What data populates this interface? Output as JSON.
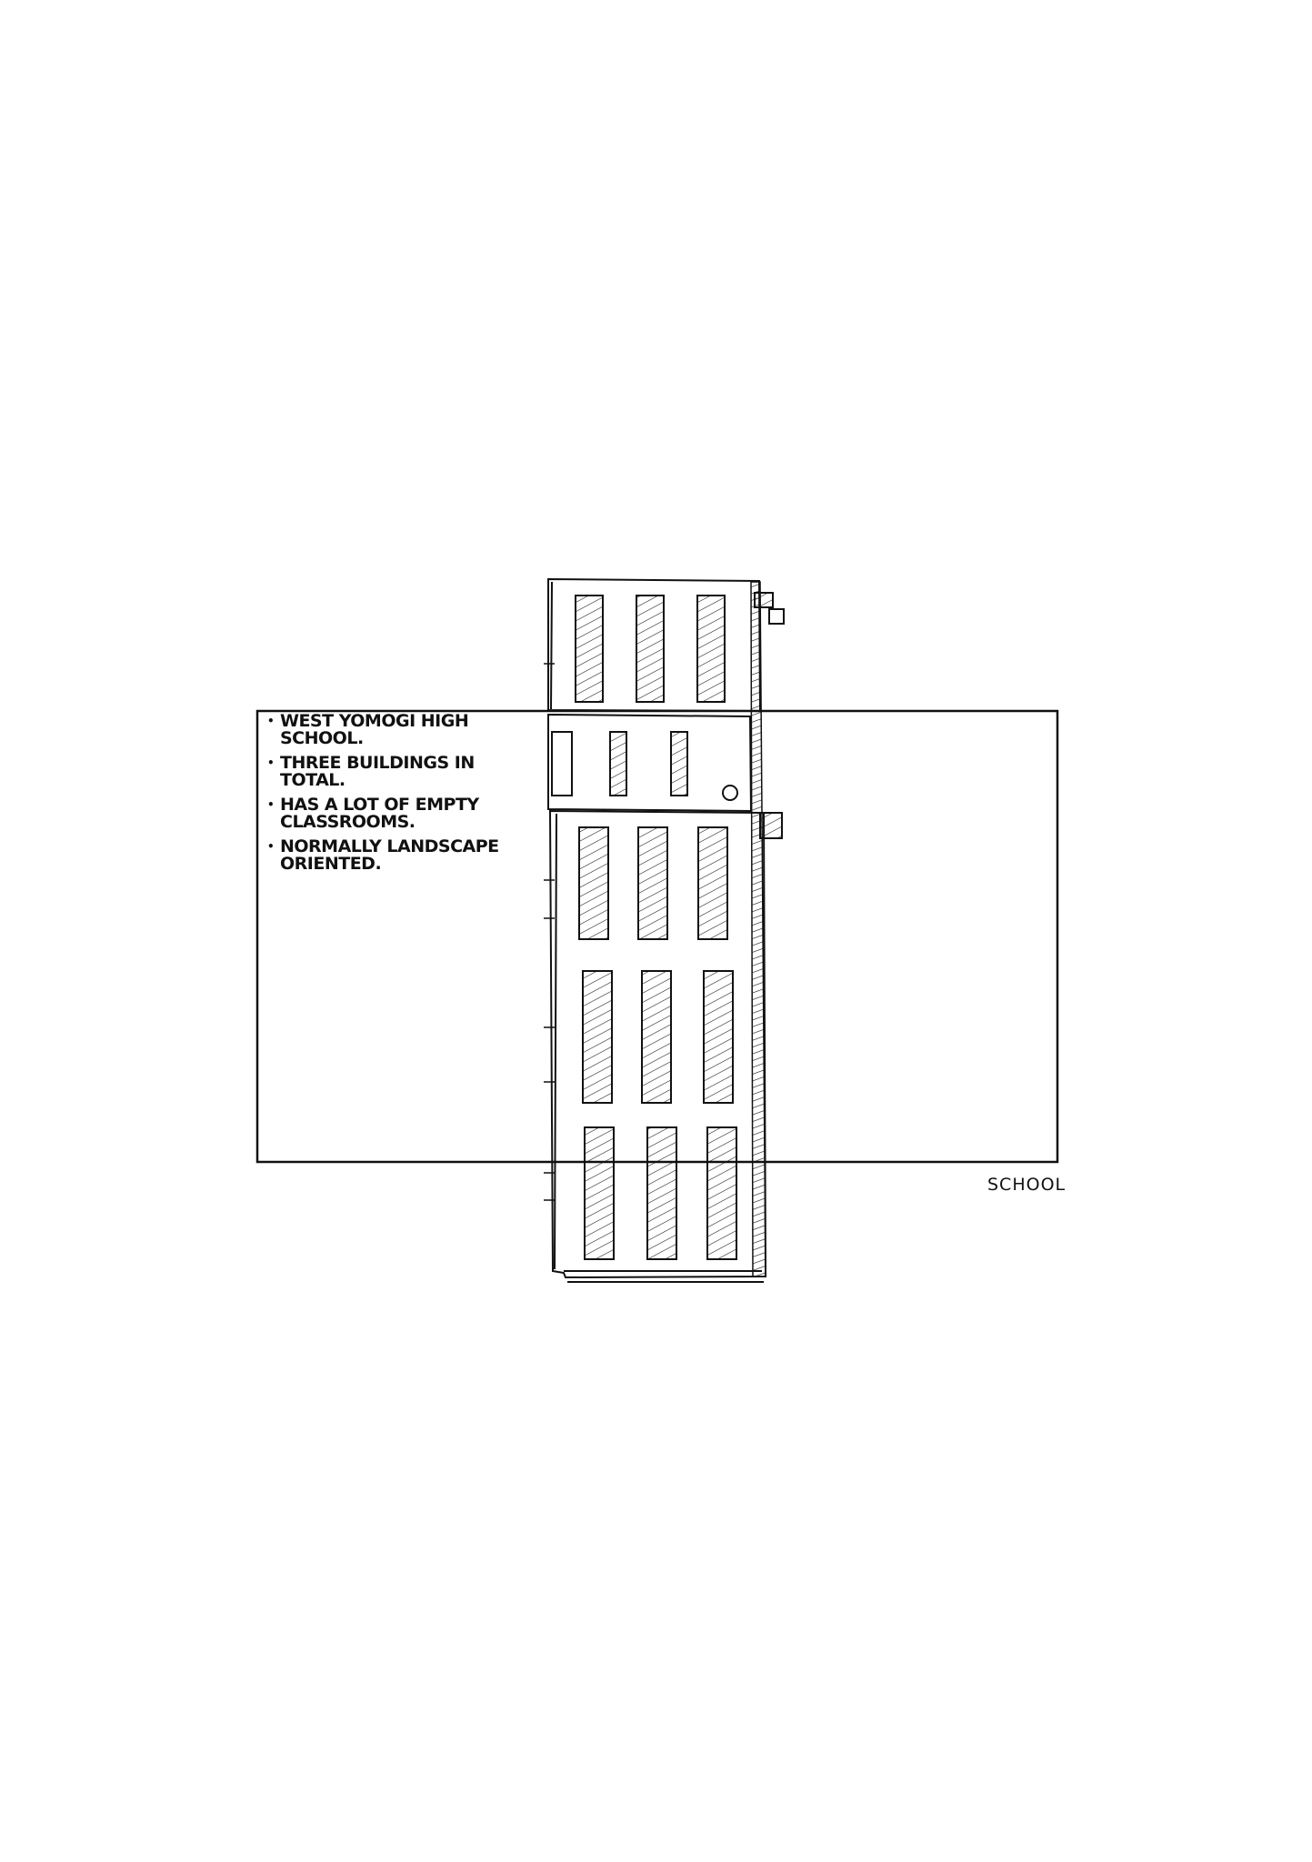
{
  "notes": [
    "West Yomogi High School.",
    "Three buildings in total.",
    "Has a lot of empty classrooms.",
    "Normally landscape oriented."
  ],
  "caption": "SCHOOL",
  "colors": {
    "ink": "#111111",
    "paper": "#ffffff"
  },
  "icons": [
    "school-building-sketch"
  ]
}
